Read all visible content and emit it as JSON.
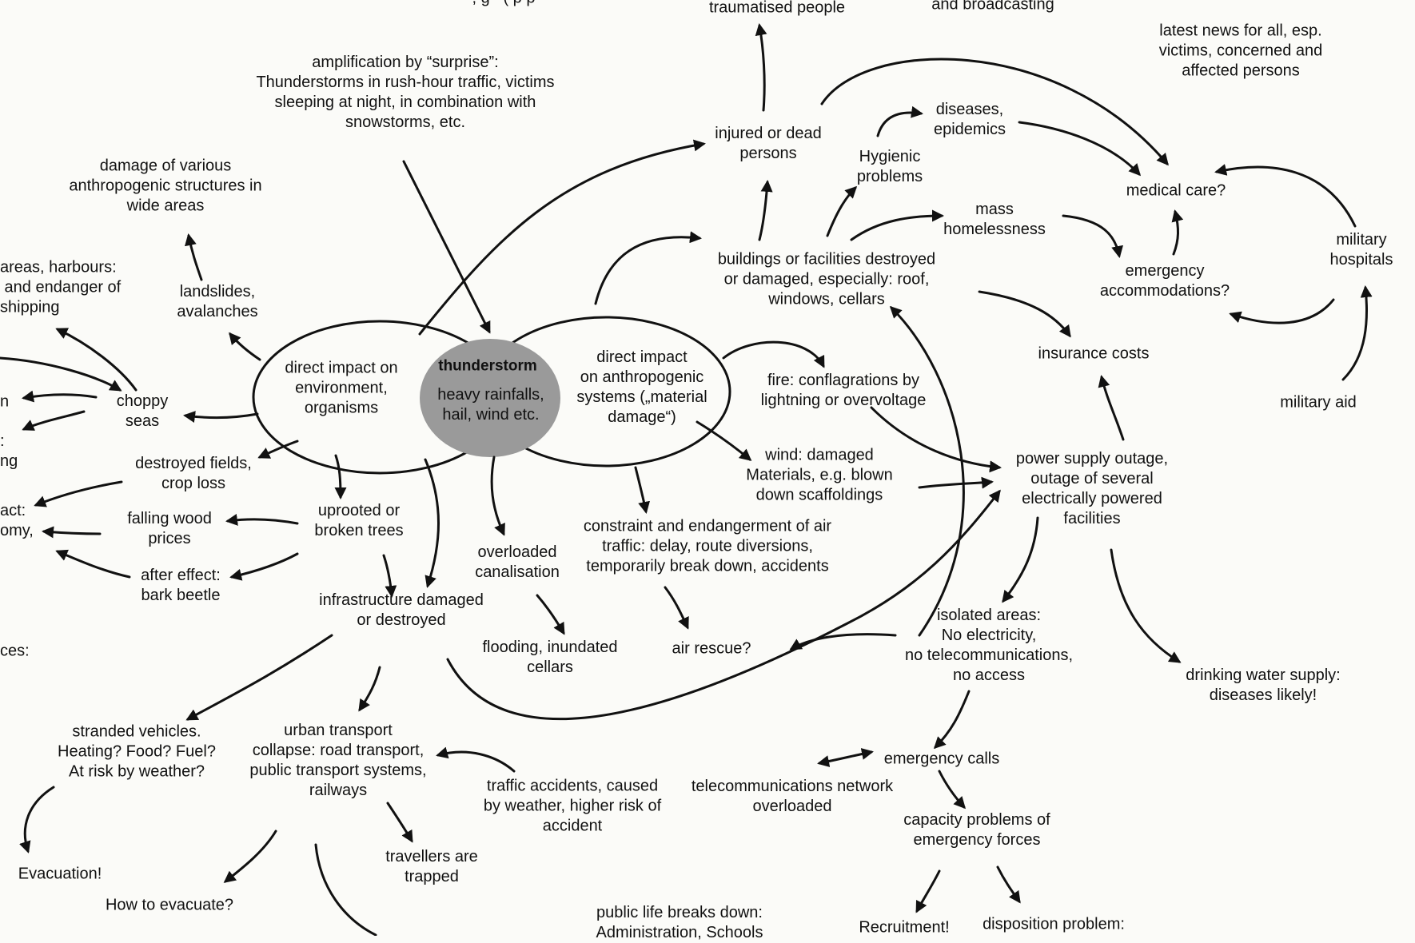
{
  "core": {
    "title": "thunderstorm",
    "subtitle": "heavy rainfalls,\nhail, wind etc.",
    "fill": "#9a9a9a"
  },
  "nodes": {
    "n_top_cut1": ", g   ( p p",
    "n_traumatised": "traumatised people",
    "n_broadcasting": "and broadcasting",
    "n_latest_news": "latest news for all, esp.\nvictims, concerned and\naffected persons",
    "n_amplification": "amplification by “surprise”:\nThunderstorms in rush-hour traffic, victims\nsleeping at night, in combination with\nsnowstorms, etc.",
    "n_damage_various": "damage of various\nanthropogenic structures in\nwide areas",
    "n_injured": "injured or dead\npersons",
    "n_diseases": "diseases,\nepidemics",
    "n_hygienic": "Hygienic\nproblems",
    "n_medical": "medical care?",
    "n_mass_homeless": "mass\nhomelessness",
    "n_military_hospitals": "military\nhospitals",
    "n_areas_harbours": "areas, harbours:\n and endanger of\nshipping",
    "n_landslides": "landslides,\navalanches",
    "n_buildings": "buildings or facilities destroyed\nor damaged, especially: roof,\nwindows, cellars",
    "n_emergency_acc": "emergency\naccommodations?",
    "n_insurance": "insurance costs",
    "n_direct_env": "direct impact on\nenvironment,\norganisms",
    "n_direct_anthro": "direct impact\non anthropogenic\nsystems („material\ndamage“)",
    "n_fire": "fire: conflagrations by\nlightning or overvoltage",
    "n_military_aid": "military aid",
    "n_cut_n": "n",
    "n_choppy": "choppy\nseas",
    "n_cut_ng": ":\nng",
    "n_destroyed_fields": "destroyed fields,\ncrop loss",
    "n_wind": "wind: damaged\nMaterials, e.g. blown\ndown scaffoldings",
    "n_power": "power supply outage,\noutage of several\nelectrically powered\nfacilities",
    "n_cut_act": "act:\nomy,",
    "n_falling_wood": "falling wood\nprices",
    "n_uprooted": "uprooted or\nbroken trees",
    "n_overloaded": "overloaded\ncanalisation",
    "n_constraint": "constraint and endangerment of air\ntraffic: delay, route diversions,\ntemporarily break down, accidents",
    "n_after_effect": "after effect:\nbark beetle",
    "n_infrastructure": "infrastructure damaged\nor destroyed",
    "n_isolated": "isolated areas:\nNo electricity,\nno telecommunications,\nno access",
    "n_flooding": "flooding, inundated\ncellars",
    "n_air_rescue": "air rescue?",
    "n_cut_ces": "ces:",
    "n_drinking_water": "drinking water supply:\ndiseases likely!",
    "n_stranded": "stranded vehicles.\nHeating? Food? Fuel?\nAt risk by weather?",
    "n_urban_transport": "urban transport\ncollapse: road transport,\npublic transport systems,\nrailways",
    "n_traffic_accidents": "traffic accidents, caused\nby weather, higher risk of\naccident",
    "n_telecom": "telecommunications network\noverloaded",
    "n_emergency_calls": "emergency calls",
    "n_capacity": "capacity problems of\nemergency forces",
    "n_evacuation": "Evacuation!",
    "n_travellers": "travellers are\ntrapped",
    "n_how_evacuate": "How to evacuate?",
    "n_public_life": "public life breaks down:\nAdministration, Schools",
    "n_recruitment": "Recruitment!",
    "n_disposition": "disposition problem:"
  }
}
